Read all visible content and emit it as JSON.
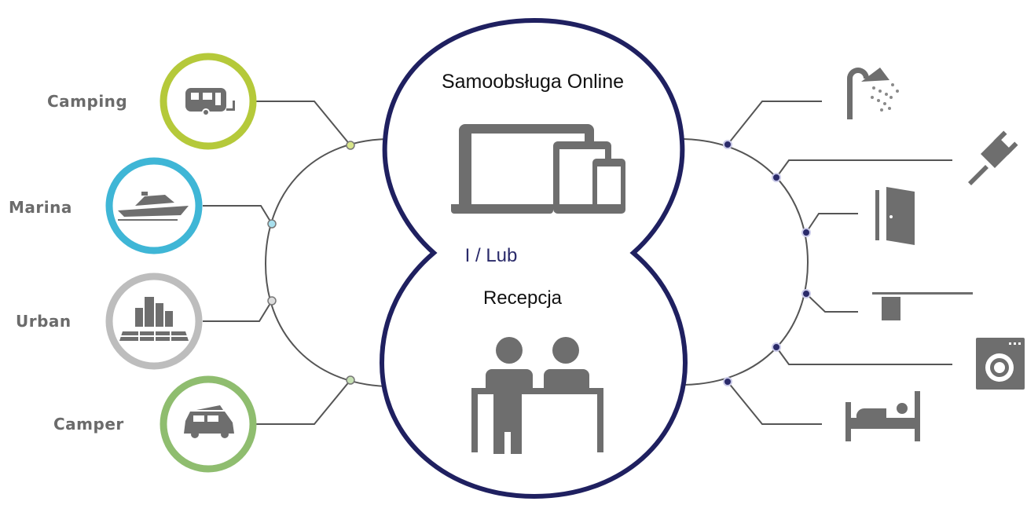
{
  "center": {
    "title": "Samoobsługa Online",
    "or_text": "I / Lub",
    "reception_text": "Recepcja"
  },
  "segments": [
    {
      "label": "Camping",
      "color": "#b5c93a",
      "icon": "caravan-icon"
    },
    {
      "label": "Marina",
      "color": "#3fb6d6",
      "icon": "yacht-icon"
    },
    {
      "label": "Urban",
      "color": "#bdbdbd",
      "icon": "city-icon"
    },
    {
      "label": "Camper",
      "color": "#8fbd6f",
      "icon": "camper-van-icon"
    }
  ],
  "services": [
    {
      "icon": "shower-icon"
    },
    {
      "icon": "plug-icon"
    },
    {
      "icon": "door-icon"
    },
    {
      "icon": "sink-counter-icon"
    },
    {
      "icon": "washing-machine-icon"
    },
    {
      "icon": "bed-icon"
    }
  ],
  "colors": {
    "outline": "#1f2060",
    "icon_gray": "#6e6e6e",
    "line_gray": "#555555",
    "node_dark": "#2a2a6a"
  }
}
